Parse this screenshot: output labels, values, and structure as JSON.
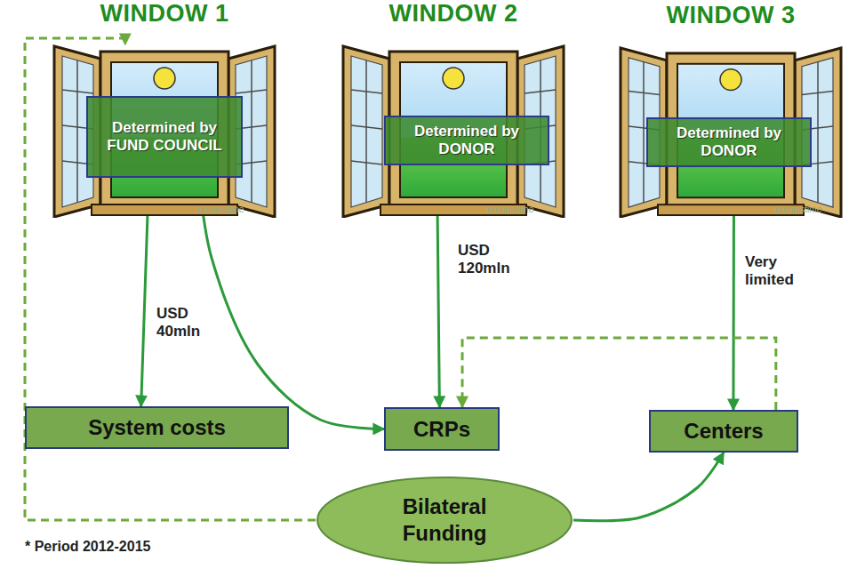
{
  "diagram": {
    "nodes": [
      {
        "text": [
          "WINDOW 1"
        ]
      },
      {
        "text": [
          "Determined by FUND COUNCIL"
        ],
        "in": 0
      },
      {
        "text": [
          "WINDOW 2"
        ]
      },
      {
        "text": [
          "Determined by DONOR"
        ],
        "in": 2
      },
      {
        "text": [
          "WINDOW 3"
        ]
      },
      {
        "text": [
          "Determined by DONOR"
        ],
        "in": 4
      },
      {
        "text": [
          "System costs"
        ]
      },
      {
        "text": [
          "CRPs"
        ]
      },
      {
        "text": [
          "Centers"
        ]
      },
      {
        "text": [
          "Bilateral Funding"
        ]
      }
    ],
    "edges": [
      {
        "from": 1,
        "to": 6,
        "label": "USD 40mln",
        "arrow": "to"
      },
      {
        "from": 1,
        "to": 7,
        "arrow": "to"
      },
      {
        "from": 3,
        "to": 7,
        "label": "USD 120mln",
        "arrow": "to"
      },
      {
        "from": 5,
        "to": 8,
        "label": "Very limited",
        "arrow": "to"
      },
      {
        "from": 9,
        "to": 8,
        "arrow": "to"
      },
      {
        "from": 8,
        "to": 7,
        "arrow": "to"
      },
      {
        "from": 9,
        "to": 0,
        "arrow": "to"
      }
    ],
    "labels": [
      "* Period 2012-2015",
      "dreamstime",
      "dreamstime",
      "dreamstime"
    ]
  }
}
